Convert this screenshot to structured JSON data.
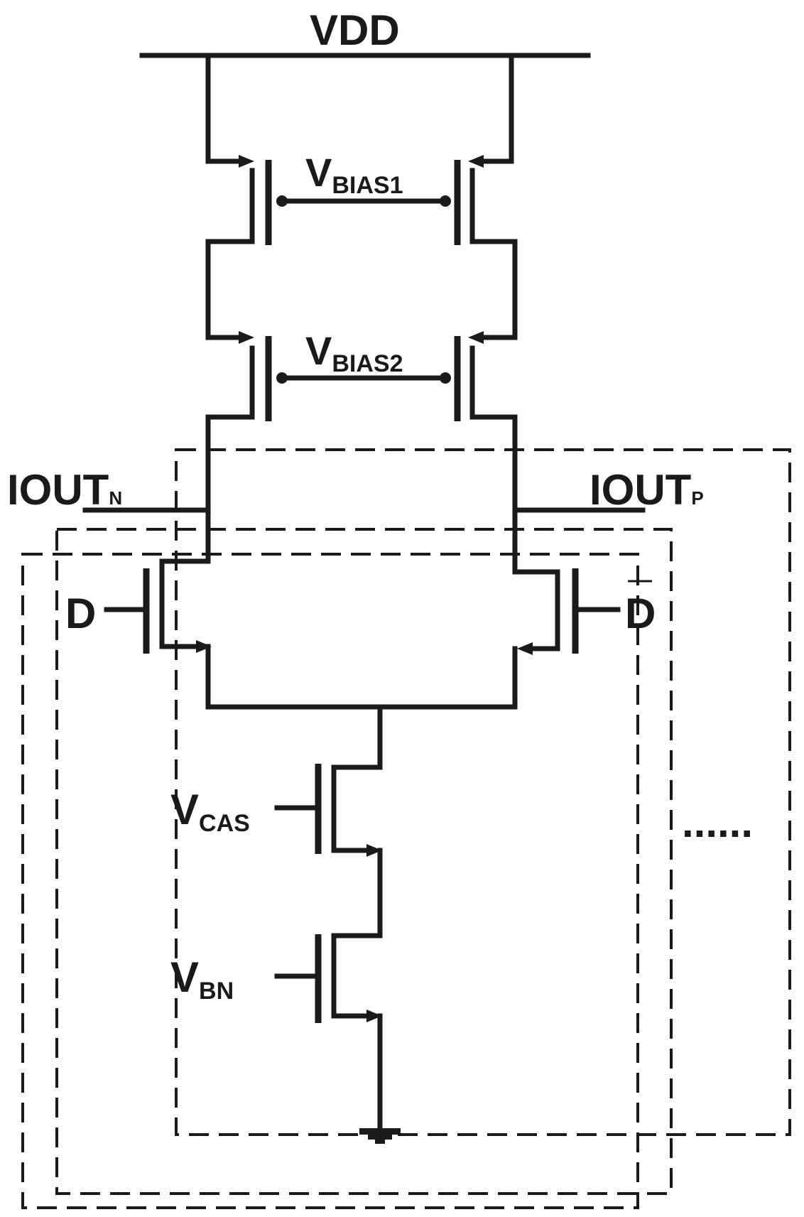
{
  "labels": {
    "vdd": "VDD",
    "vbias1_main": "V",
    "vbias1_sub": "BIAS1",
    "vbias2_main": "V",
    "vbias2_sub": "BIAS2",
    "ioutn_main": "IOUT",
    "ioutn_sub": "N",
    "ioutp_main": "IOUT",
    "ioutp_sub": "P",
    "d": "D",
    "dbar": "D",
    "vcas_main": "V",
    "vcas_sub": "CAS",
    "vbn_main": "V",
    "vbn_sub": "BN",
    "ellipsis": "......"
  }
}
